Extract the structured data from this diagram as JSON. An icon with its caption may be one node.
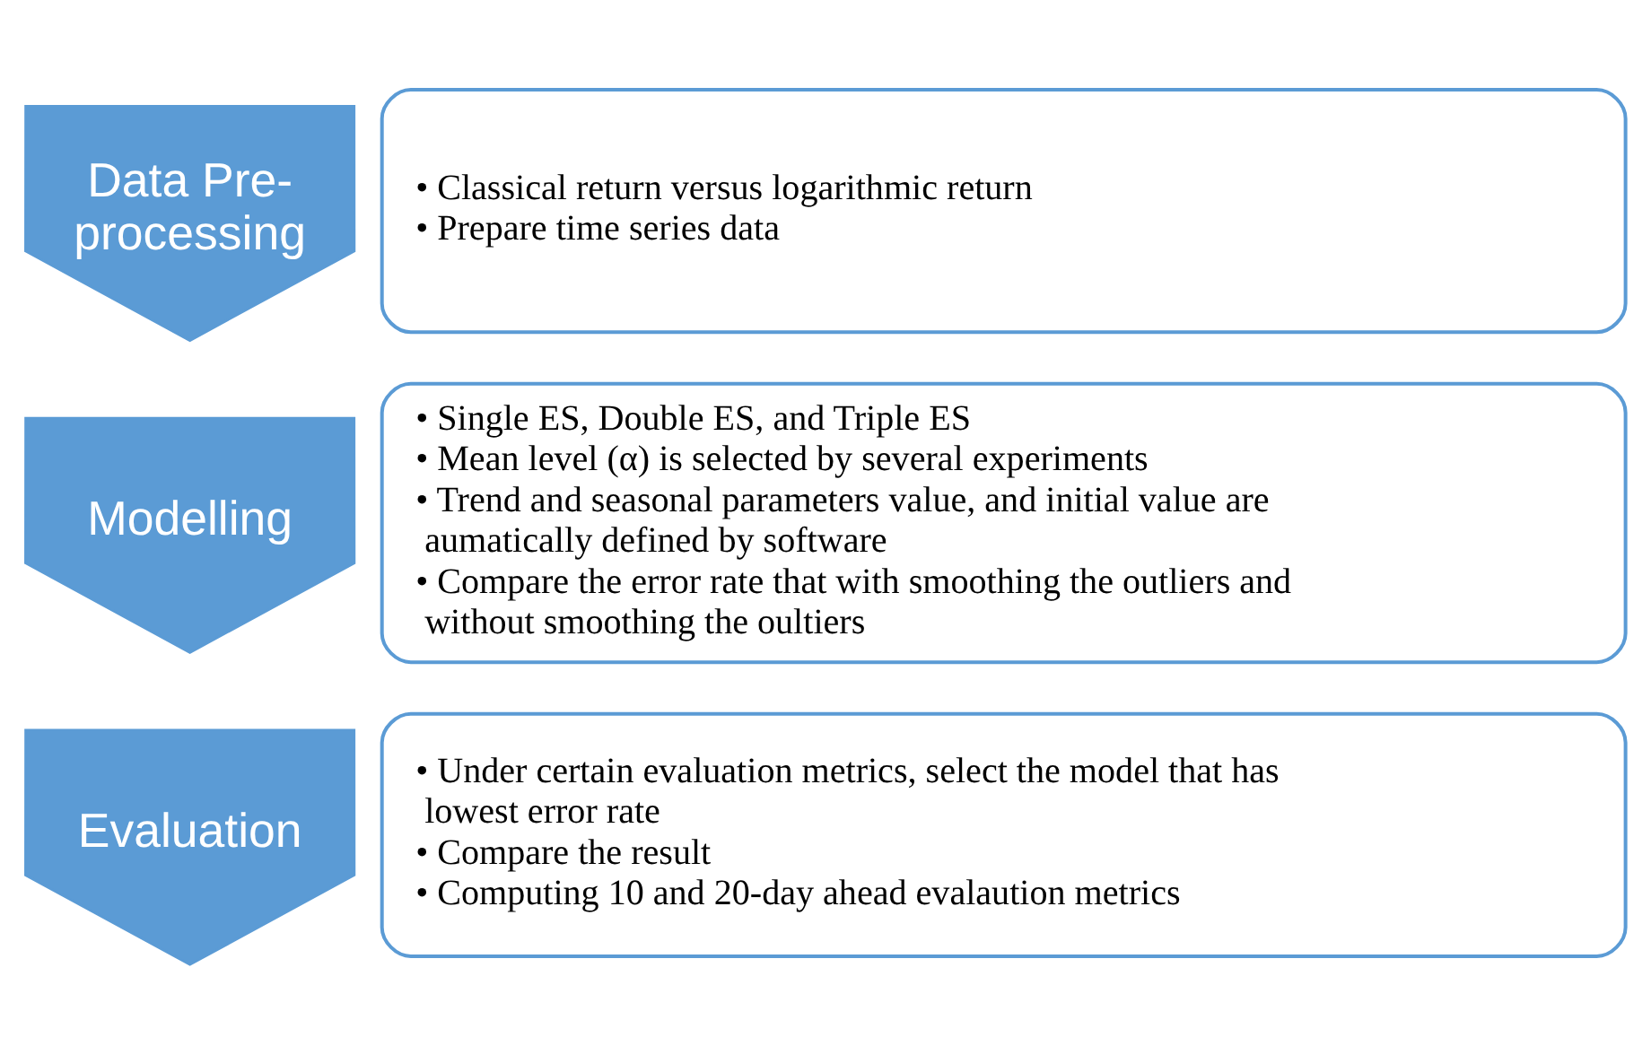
{
  "diagram": {
    "nodes": [
      {
        "text": [
          "Data Pre-processing"
        ]
      },
      {
        "text": [
          "• Classical return versus logarithmic return",
          "• Prepare time series data"
        ]
      },
      {
        "text": [
          "Modelling"
        ]
      },
      {
        "text": [
          "• Single ES, Double ES, and Triple ES",
          "• Mean level (α) is selected by several experiments",
          "• Trend and seasonal parameters value, and initial value are aumatically defined by software",
          "• Compare the error rate that with smoothing the outliers and without smoothing the oultiers"
        ]
      },
      {
        "text": [
          "Evaluation"
        ]
      },
      {
        "text": [
          "• Under certain evaluation metrics, select the model that has lowest error rate",
          "• Compare the result",
          "• Computing 10 and 20-day ahead evalaution metrics"
        ]
      }
    ]
  }
}
